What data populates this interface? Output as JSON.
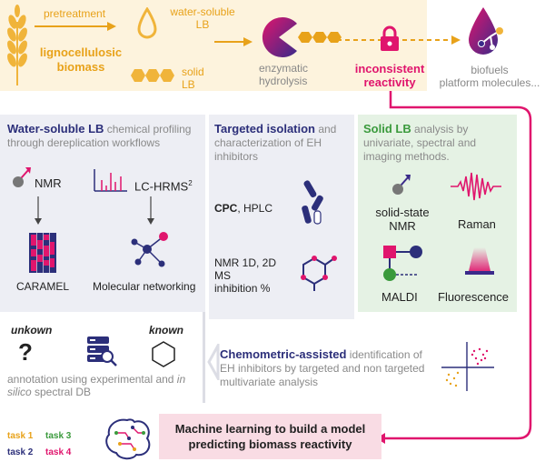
{
  "top": {
    "pretreatment": "pretreatment",
    "water_soluble_lb": "water-soluble\nLB",
    "solid_lb": "solid\nLB",
    "biomass": "lignocellulosic\nbiomass",
    "enzymatic": "enzymatic\nhydrolysis",
    "inconsistent": "inconsistent\nreactivity",
    "biofuels": "biofuels\nplatform molecules..."
  },
  "left_panel": {
    "title_bold": "Water-soluble LB",
    "title_rest": " chemical profiling through dereplication workflows",
    "nmr": "NMR",
    "lchrms": "LC-HRMS",
    "lchrms_sup": "2",
    "caramel": "CARAMEL",
    "molnet": "Molecular networking",
    "unknown": "unkown",
    "known": "known",
    "question": "?",
    "annotation_1": "annotation using experimental and ",
    "annotation_in": "in",
    "annotation_silico": "silico",
    "annotation_2": " spectral DB"
  },
  "mid_panel": {
    "title_bold": "Targeted isolation",
    "title_rest": " and characterization of EH inhibitors",
    "cpc": "CPC",
    "hplc": ", HPLC",
    "nmr12": "NMR 1D, 2D",
    "ms": "MS",
    "inhibition": "inhibition %"
  },
  "right_panel": {
    "title_bold": "Solid LB",
    "title_rest": " analysis by univariate, spectral and imaging methods.",
    "ss_nmr": "solid-state\nNMR",
    "raman": "Raman",
    "maldi": "MALDI",
    "fluorescence": "Fluorescence"
  },
  "chemometric": {
    "title_bold": "Chemometric-assisted",
    "title_rest": " identification of EH inhibitors by targeted and non targeted multivariate analysis"
  },
  "tasks": {
    "task1": "task 1",
    "task2": "task 2",
    "task3": "task 3",
    "task4": "task 4"
  },
  "ml": {
    "line1": "Machine learning to build a model",
    "line2": "predicting biomass reactivity"
  },
  "colors": {
    "orange": "#e8a21a",
    "magenta": "#e0156d",
    "navy": "#2c2f7a",
    "green": "#3a9a3c",
    "panel_grey": "#edeef4",
    "panel_green": "#e5f2e4",
    "top_band": "#fdf3dd"
  }
}
